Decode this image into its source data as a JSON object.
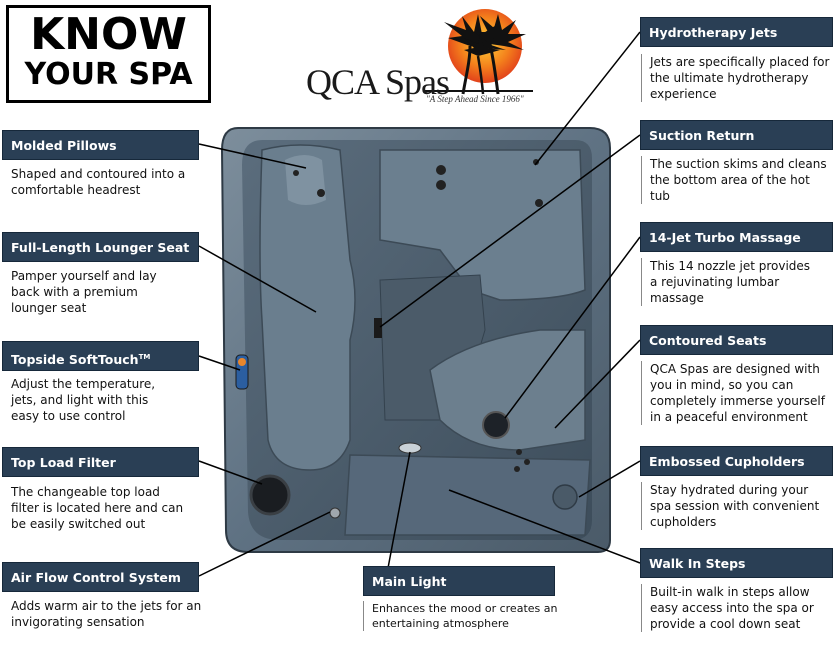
{
  "title": {
    "line1": "KNOW",
    "line2": "YOUR SPA"
  },
  "brand": {
    "name": "QCA Spas",
    "tagline": "\"A Step Ahead Since 1966\""
  },
  "colors": {
    "header_bg": "#2a3f55",
    "spa_shell": "#5f7283",
    "spa_dark": "#3e4f5e"
  },
  "features": {
    "molded_pillows": {
      "title": "Molded Pillows",
      "desc": "Shaped and contoured into a comfortable headrest"
    },
    "lounger": {
      "title": "Full-Length Lounger Seat",
      "desc": "Pamper yourself and lay back with a premium lounger seat"
    },
    "softtouch": {
      "title": "Topside SoftTouch",
      "tm": "TM",
      "title2": " Control",
      "desc": "Adjust the temperature, jets, and light with this easy to use control"
    },
    "filter": {
      "title": "Top Load Filter",
      "desc": "The changeable top load filter is located here and can be easily switched out"
    },
    "airflow": {
      "title": "Air Flow Control System",
      "desc": "Adds warm air to the jets for an invigorating sensation"
    },
    "main_light": {
      "title": "Main Light",
      "desc": "Enhances the mood or creates an entertaining atmosphere"
    },
    "hydrotherapy": {
      "title": "Hydrotherapy Jets",
      "desc": "Jets are specifically placed for the ultimate hydrotherapy experience"
    },
    "suction": {
      "title": "Suction Return",
      "desc": "The suction skims and cleans the bottom area of the hot tub"
    },
    "turbo": {
      "title": "14-Jet Turbo Massage",
      "desc": "This 14 nozzle jet provides a rejuvinating lumbar massage"
    },
    "contoured": {
      "title": "Contoured Seats",
      "desc": "QCA Spas are designed with you in mind, so you can completely immerse yourself in a peaceful environment"
    },
    "cupholders": {
      "title": "Embossed Cupholders",
      "desc": "Stay hydrated during your spa session with convenient cupholders"
    },
    "walkin": {
      "title": "Walk In Steps",
      "desc": "Built-in walk in steps allow easy access into the spa or provide a cool down seat"
    }
  }
}
